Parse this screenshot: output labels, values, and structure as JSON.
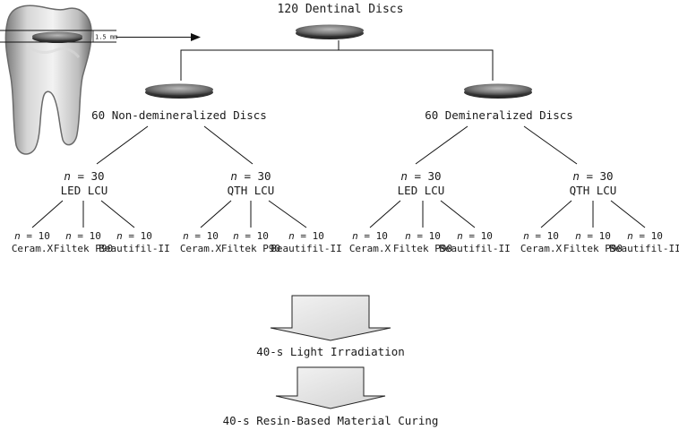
{
  "root": {
    "label": "120 Dentinal Discs"
  },
  "measurement": {
    "label": "1.5 mm"
  },
  "groups": [
    {
      "label": "60 Non-demineralized Discs",
      "lcus": [
        {
          "n_prefix": "n",
          "n_suffix": " = 30",
          "label": "LED LCU",
          "materials": [
            {
              "n_suffix": " = 10",
              "label": "Ceram.X"
            },
            {
              "n_suffix": " = 10",
              "label": "Filtek P90"
            },
            {
              "n_suffix": " = 10",
              "label": "Beautifil-II"
            }
          ]
        },
        {
          "n_prefix": "n",
          "n_suffix": " = 30",
          "label": "QTH LCU",
          "materials": [
            {
              "n_suffix": " = 10",
              "label": "Ceram.X"
            },
            {
              "n_suffix": " = 10",
              "label": "Filtek P90"
            },
            {
              "n_suffix": " = 10",
              "label": "Beautifil-II"
            }
          ]
        }
      ]
    },
    {
      "label": "60 Demineralized Discs",
      "lcus": [
        {
          "n_prefix": "n",
          "n_suffix": " = 30",
          "label": "LED LCU",
          "materials": [
            {
              "n_suffix": " = 10",
              "label": "Ceram.X"
            },
            {
              "n_suffix": " = 10",
              "label": "Filtek P90"
            },
            {
              "n_suffix": " = 10",
              "label": "Beautifil-II"
            }
          ]
        },
        {
          "n_prefix": "n",
          "n_suffix": " = 30",
          "label": "QTH LCU",
          "materials": [
            {
              "n_suffix": " = 10",
              "label": "Ceram.X"
            },
            {
              "n_suffix": " = 10",
              "label": "Filtek P90"
            },
            {
              "n_suffix": " = 10",
              "label": "Beautifil-II"
            }
          ]
        }
      ]
    }
  ],
  "steps": [
    {
      "label": "40-s Light Irradiation"
    },
    {
      "label": "40-s Resin-Based Material Curing"
    }
  ]
}
